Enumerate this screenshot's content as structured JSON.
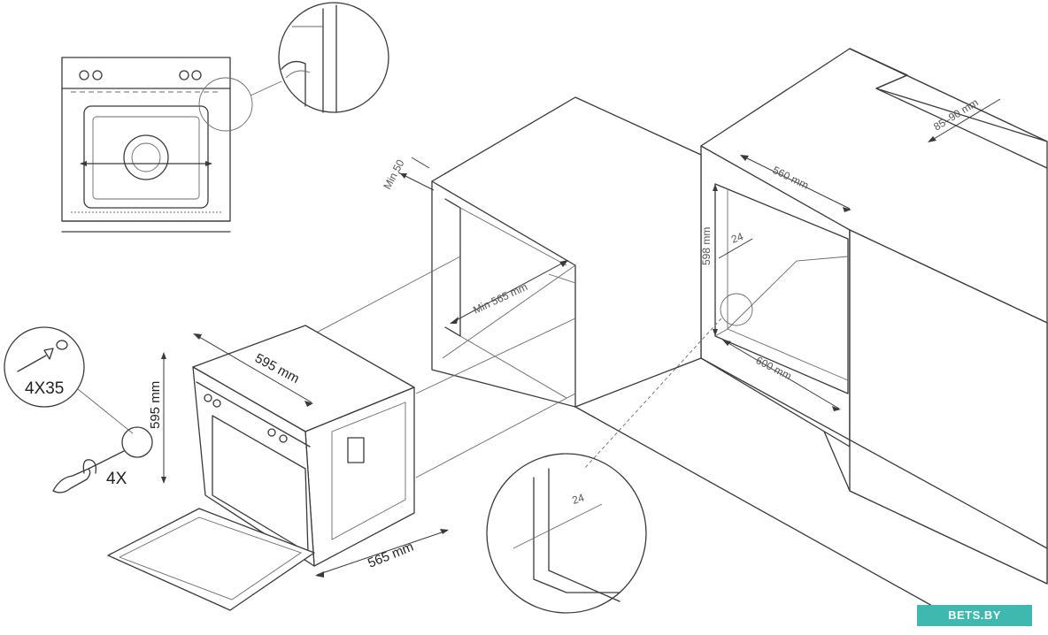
{
  "labels": {
    "top_width": "85–90 mm",
    "cab_width": "560 mm",
    "cab_height": "598 mm",
    "side_gap": "24",
    "cab_depth": "600 mm",
    "top_min": "Min 50",
    "min_depth": "Min 565 mm",
    "oven_width": "595 mm",
    "oven_height": "595 mm",
    "oven_depth": "565 mm",
    "screw_size": "4X35",
    "screw_qty": "4X",
    "detail_gap": "24"
  },
  "watermark": "BETS.BY",
  "icons": [
    "screw-icon",
    "screw-cap-icon",
    "screwdriver-icon",
    "oven-front-icon"
  ]
}
